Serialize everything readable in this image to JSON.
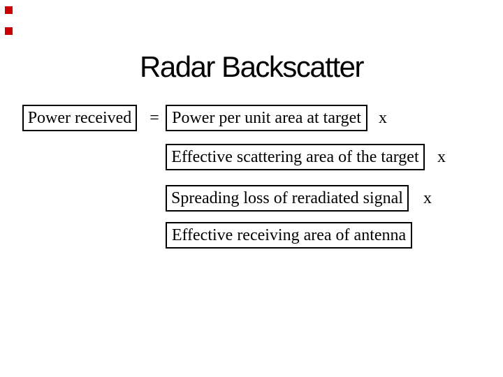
{
  "slide": {
    "title": "Radar Backscatter",
    "equation": {
      "result": "Power received",
      "equals_sign": "=",
      "terms": [
        {
          "text": "Power per unit area at target",
          "operator": "x"
        },
        {
          "text": "Effective scattering area of the target",
          "operator": "x"
        },
        {
          "text": "Spreading loss of reradiated signal",
          "operator": "x"
        },
        {
          "text": "Effective receiving area of antenna",
          "operator": ""
        }
      ]
    },
    "colors": {
      "background": "#ffffff",
      "text": "#000000",
      "box_border": "#000000",
      "red_marker": "#cc0000"
    }
  }
}
